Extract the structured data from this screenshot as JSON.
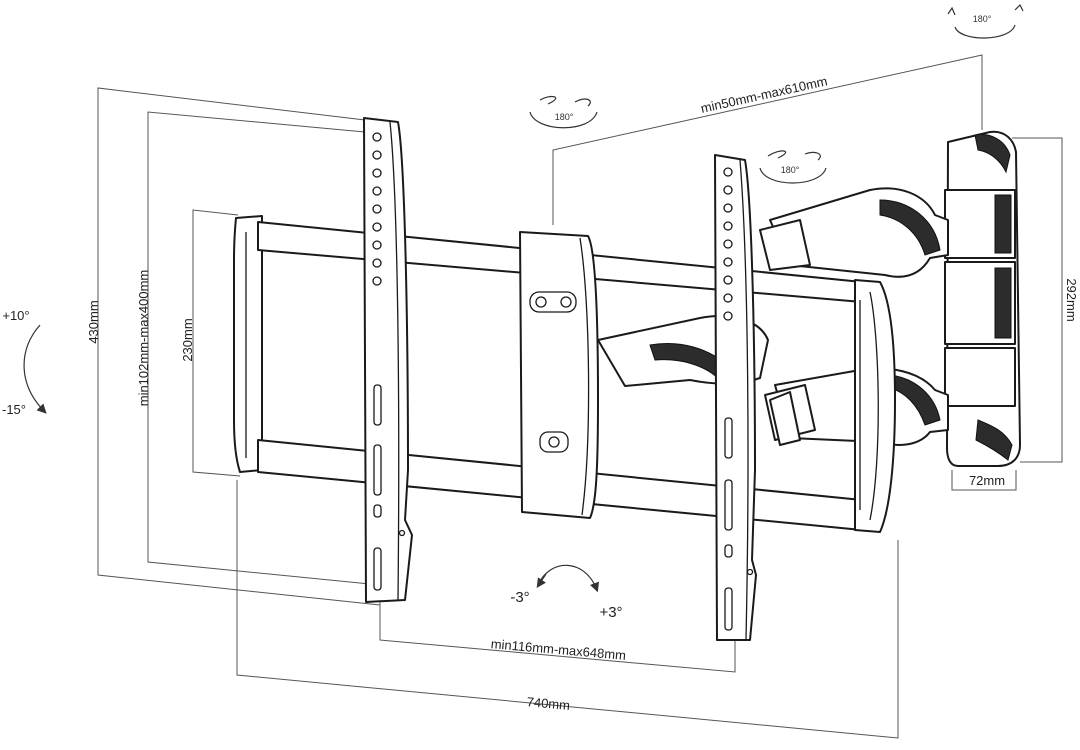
{
  "diagram": {
    "dimensions": {
      "overall_height": "430mm",
      "vesa_vertical": "min102mm-max400mm",
      "frame_height": "230mm",
      "extension": "min50mm-max610mm",
      "wall_plate_height": "292mm",
      "wall_plate_width": "72mm",
      "vesa_horizontal": "min116mm-max648mm",
      "overall_width": "740mm"
    },
    "rotations": {
      "tilt_up": "+10°",
      "tilt_down": "-15°",
      "level_minus": "-3°",
      "level_plus": "+3°",
      "swivel_top": "180°",
      "swivel_left": "180°",
      "swivel_mid": "180°"
    },
    "colors": {
      "line": "#1a1a1a",
      "dimension": "#555555",
      "shading": "#2c2c2c",
      "background": "#ffffff"
    }
  }
}
